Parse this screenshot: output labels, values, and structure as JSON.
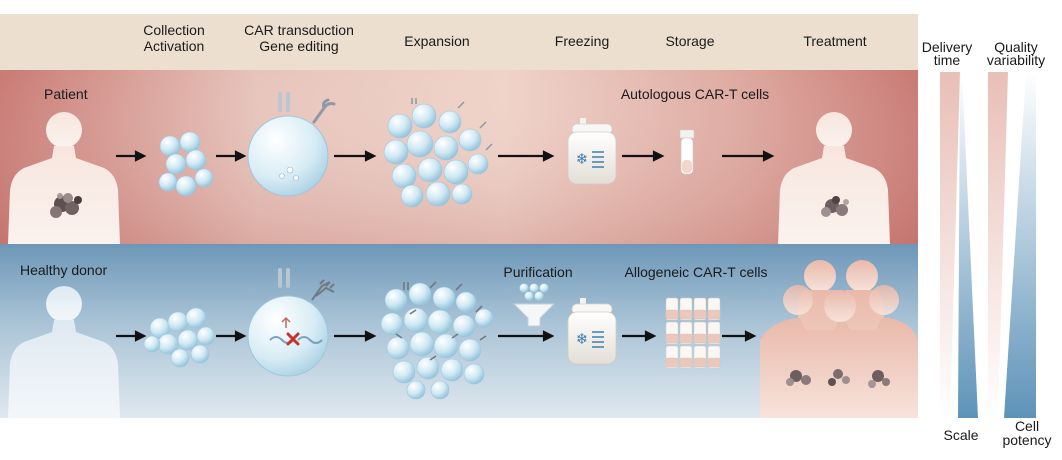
{
  "header": {
    "step1": "Collection",
    "step1b": "Activation",
    "step2": "CAR transduction",
    "step2b": "Gene editing",
    "step3": "Expansion",
    "step4": "Freezing",
    "step5": "Storage",
    "step6": "Treatment"
  },
  "autologous": {
    "source": "Patient",
    "product": "Autologous CAR-T cells"
  },
  "allogeneic": {
    "source": "Healthy donor",
    "extra_step": "Purification",
    "product": "Allogeneic CAR-T cells"
  },
  "metrics": {
    "delivery_top": "Delivery",
    "delivery_bottom": "time",
    "quality_top": "Quality",
    "quality_bottom": "variability",
    "scale": "Scale",
    "potency_top": "Cell",
    "potency_bottom": "potency"
  },
  "colors": {
    "header_bg": "#ecdfd0",
    "auto_band": "#c97a74",
    "allo_band": "#6d97b8",
    "cell": "#b8dcec",
    "body": "#f4e0d6",
    "arrow": "#111111"
  }
}
